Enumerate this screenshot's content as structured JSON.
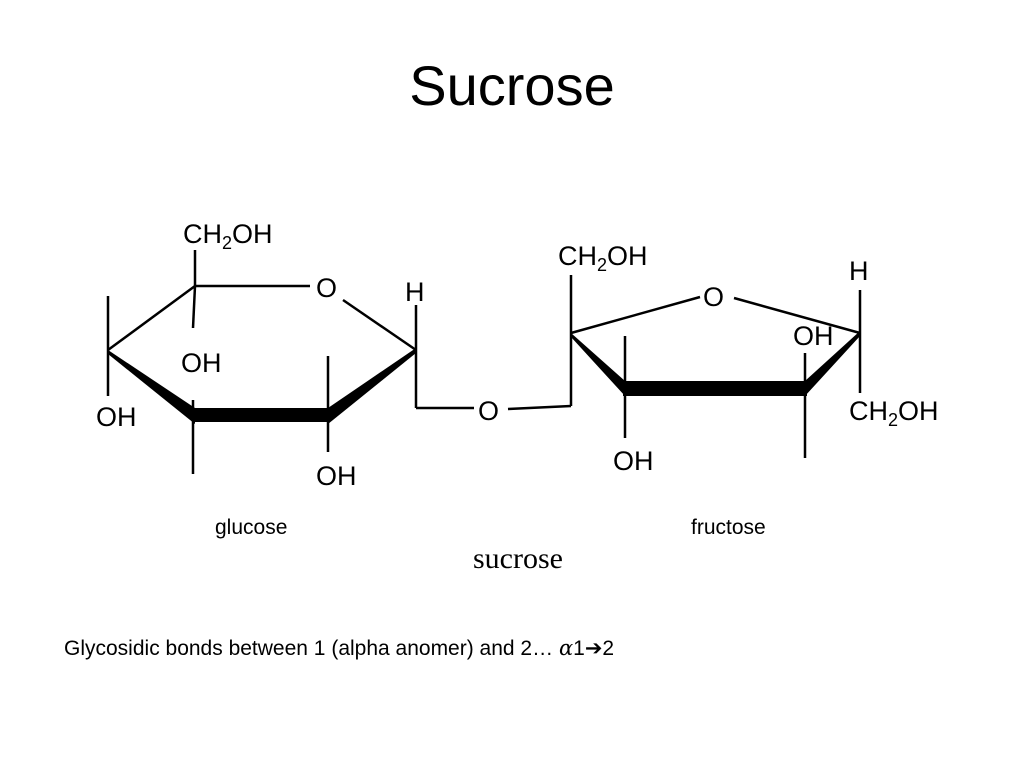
{
  "title": "Sucrose",
  "glucose": {
    "name": "glucose",
    "ch2oh": {
      "main": "CH",
      "sub": "2",
      "tail": "OH"
    },
    "ring_o": "O",
    "anomeric_h": "H",
    "oh_top": "OH",
    "oh_left": "OH",
    "oh_bottom": "OH"
  },
  "bridge_o": "O",
  "fructose": {
    "name": "fructose",
    "ch2oh_top": {
      "main": "CH",
      "sub": "2",
      "tail": "OH"
    },
    "ring_o": "O",
    "h": "H",
    "oh_right": "OH",
    "oh_bottom": "OH",
    "ch2oh_right": {
      "main": "CH",
      "sub": "2",
      "tail": "OH"
    }
  },
  "caption": "sucrose",
  "note": {
    "text": "Glycosidic bonds between 1 (alpha anomer) and 2… ",
    "alpha": "α",
    "bond": "1➔2"
  }
}
